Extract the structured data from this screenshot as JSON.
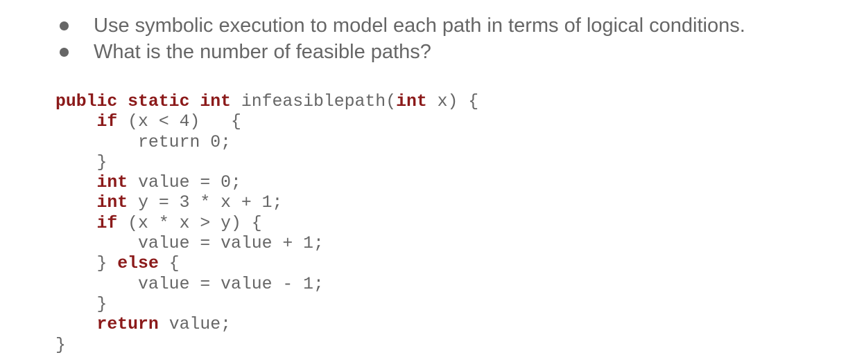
{
  "bullets": [
    "Use symbolic execution to model each path in terms of logical conditions.",
    "What is the number of feasible paths?"
  ],
  "colors": {
    "keyword": "#8b1a1a",
    "text": "#666666"
  },
  "code": [
    [
      [
        "public static int",
        "kw"
      ],
      [
        " infeasiblepath(",
        ""
      ],
      [
        "int",
        "kw"
      ],
      [
        " x) {",
        ""
      ]
    ],
    [
      [
        "    ",
        ""
      ],
      [
        "if",
        "kw"
      ],
      [
        " (x < 4)   {",
        ""
      ]
    ],
    [
      [
        "        return 0;",
        ""
      ]
    ],
    [
      [
        "    }",
        ""
      ]
    ],
    [
      [
        "    ",
        ""
      ],
      [
        "int",
        "kw"
      ],
      [
        " value = 0;",
        ""
      ]
    ],
    [
      [
        "    ",
        ""
      ],
      [
        "int",
        "kw"
      ],
      [
        " y = 3 * x + 1;",
        ""
      ]
    ],
    [
      [
        "    ",
        ""
      ],
      [
        "if",
        "kw"
      ],
      [
        " (x * x > y) {",
        ""
      ]
    ],
    [
      [
        "        value = value + 1;",
        ""
      ]
    ],
    [
      [
        "    } ",
        ""
      ],
      [
        "else",
        "kw"
      ],
      [
        " {",
        ""
      ]
    ],
    [
      [
        "        value = value - 1;",
        ""
      ]
    ],
    [
      [
        "    }",
        ""
      ]
    ],
    [
      [
        "    ",
        ""
      ],
      [
        "return",
        "kw"
      ],
      [
        " value;",
        ""
      ]
    ],
    [
      [
        "}",
        ""
      ]
    ]
  ]
}
